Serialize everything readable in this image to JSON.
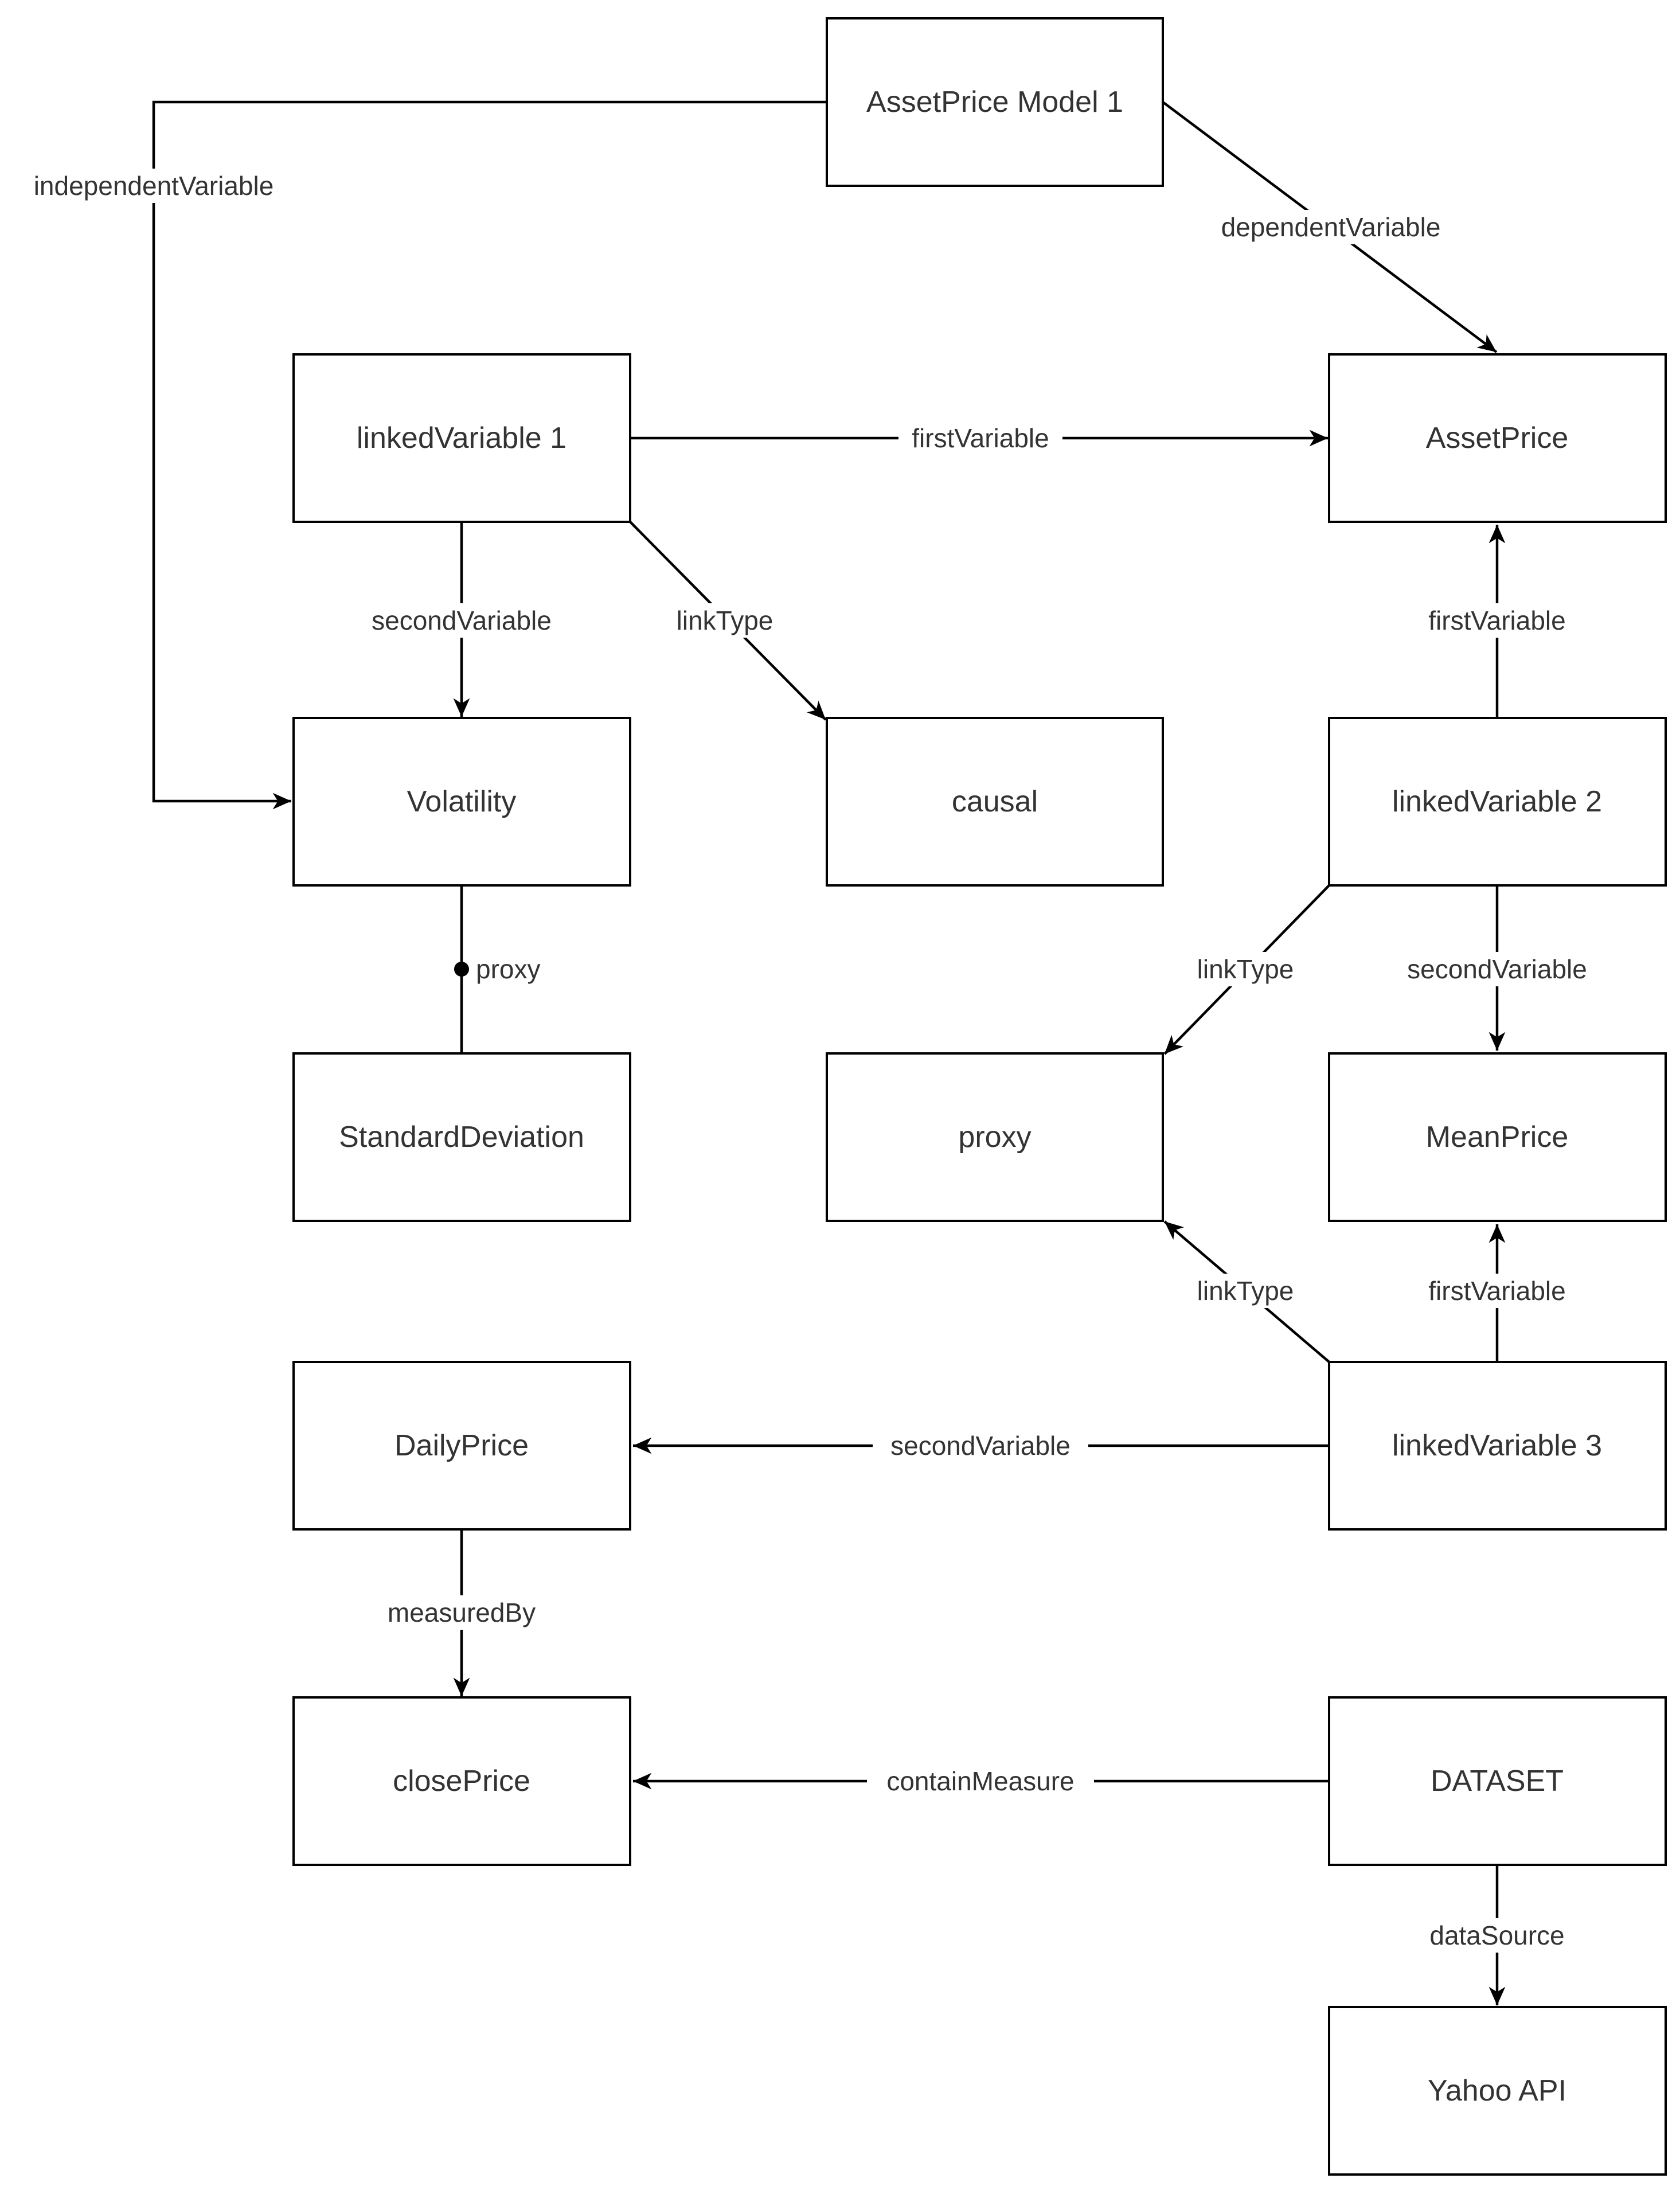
{
  "nodes": {
    "asset_price_model_1": "AssetPrice Model 1",
    "linked_variable_1": "linkedVariable 1",
    "asset_price": "AssetPrice",
    "volatility": "Volatility",
    "causal": "causal",
    "linked_variable_2": "linkedVariable 2",
    "standard_deviation": "StandardDeviation",
    "proxy": "proxy",
    "mean_price": "MeanPrice",
    "daily_price": "DailyPrice",
    "linked_variable_3": "linkedVariable 3",
    "close_price": "closePrice",
    "dataset": "DATASET",
    "yahoo_api": "Yahoo API"
  },
  "edges": {
    "independent_variable": "independentVariable",
    "dependent_variable": "dependentVariable",
    "lv1_first_variable": "firstVariable",
    "lv1_second_variable": "secondVariable",
    "lv1_link_type": "linkType",
    "lv2_first_variable": "firstVariable",
    "volatility_proxy": "proxy",
    "lv2_link_type": "linkType",
    "lv2_second_variable": "secondVariable",
    "lv3_link_type": "linkType",
    "lv3_first_variable": "firstVariable",
    "lv3_second_variable": "secondVariable",
    "measured_by": "measuredBy",
    "contain_measure": "containMeasure",
    "data_source": "dataSource"
  }
}
